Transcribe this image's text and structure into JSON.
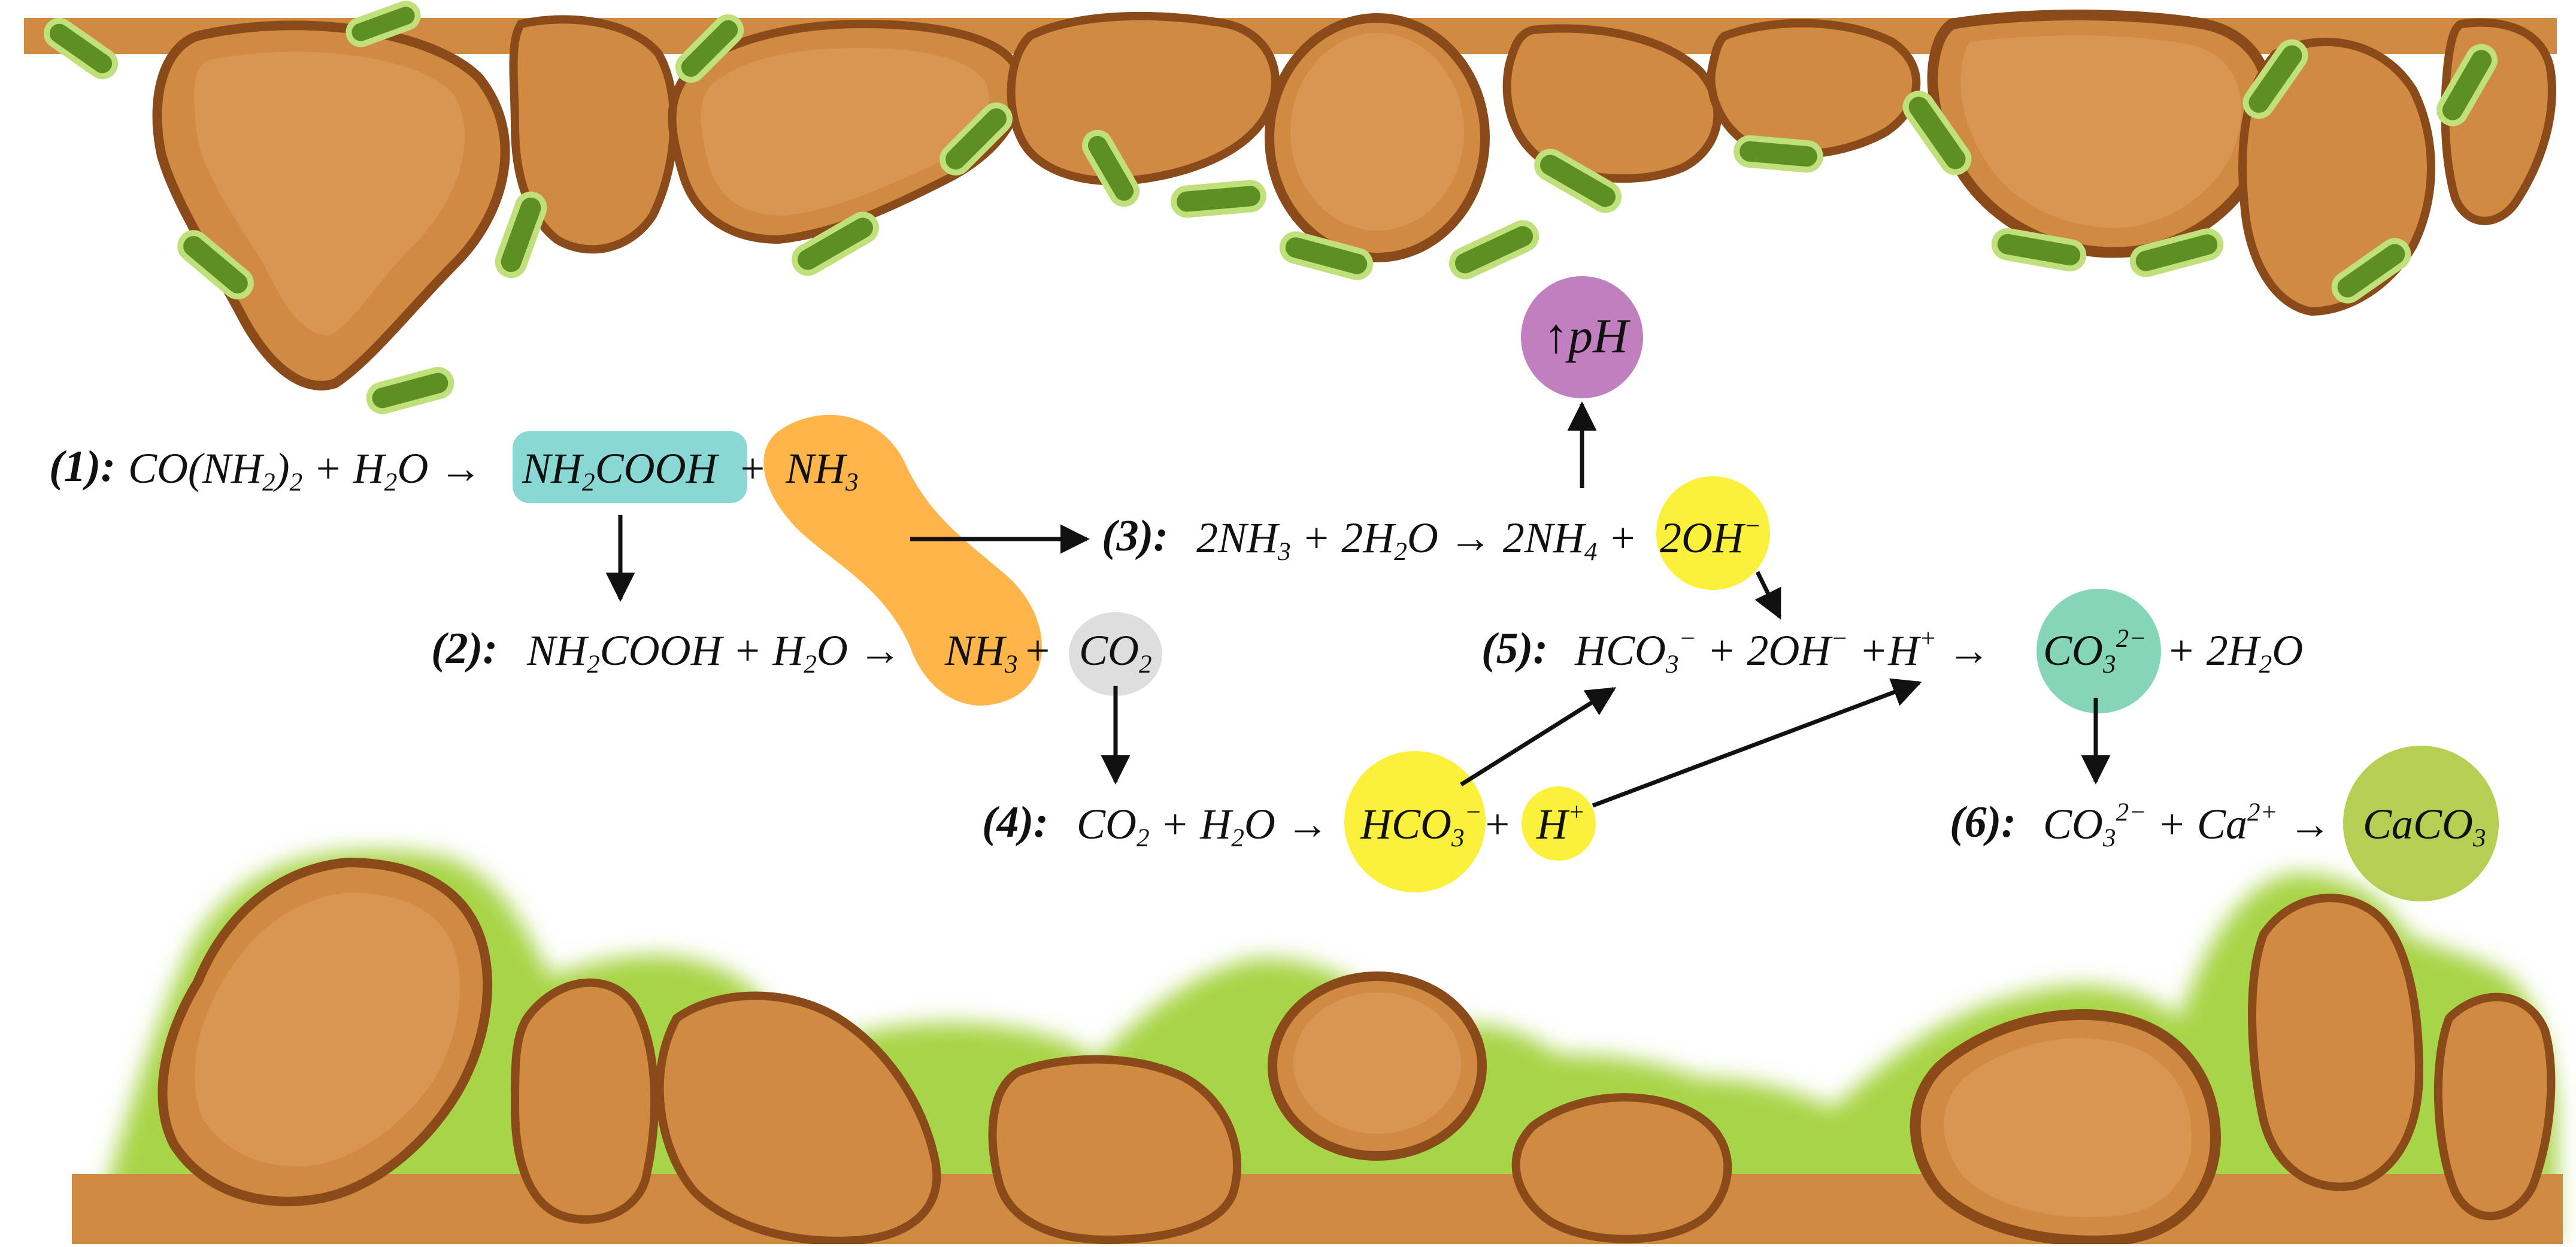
{
  "title": "",
  "colors": {
    "grain": "#d08a42",
    "grain_inner": "#d99552",
    "grain_edge": "#8a4a1a",
    "bacteria": "#5e8f22",
    "bacteria_light": "#bfe07a",
    "biofilm": "#a8d447",
    "nh2cooh_highlight": "#8ad8d4",
    "nh3_highlight": "#ffb54a",
    "co2_highlight": "#dedede",
    "oh_highlight": "#fbf03c",
    "hco3_highlight": "#fbf03c",
    "h_highlight": "#fbf03c",
    "ph_highlight": "#c07fbf",
    "co3_highlight": "#85d6b9",
    "caco3_highlight": "#b4cf52"
  },
  "reactions": {
    "r1": {
      "label": "(1):",
      "lhs": [
        "CO(NH",
        "2",
        ")",
        "2",
        " + H",
        "2",
        "O → "
      ],
      "p1": [
        "NH",
        "2",
        "COOH"
      ],
      "plus": " + ",
      "p2": [
        "NH",
        "3"
      ]
    },
    "r2": {
      "label": "(2):",
      "lhs": [
        "NH",
        "2",
        "COOH + H",
        "2",
        "O → "
      ],
      "p1": [
        "NH",
        "3"
      ],
      "plus": " + ",
      "p2": [
        "CO",
        "2"
      ]
    },
    "r3": {
      "label": "(3):",
      "lhs": [
        "2NH",
        "3",
        " + 2H",
        "2",
        "O → 2NH",
        "4",
        " + "
      ],
      "p1": [
        "2OH",
        "−"
      ]
    },
    "r4": {
      "label": "(4):",
      "lhs": [
        "CO",
        "2",
        " + H",
        "2",
        "O → "
      ],
      "p1": [
        "HCO",
        "3",
        "−"
      ],
      "plus": " + ",
      "p2": [
        "H",
        "+"
      ]
    },
    "r5": {
      "label": "(5):",
      "lhs": [
        "HCO",
        "3",
        "−",
        " + 2OH",
        "−",
        " +H",
        "+",
        "  → "
      ],
      "p1": [
        "CO",
        "3",
        "2−"
      ],
      "rest": [
        "+ 2H",
        "2",
        "O"
      ]
    },
    "r6": {
      "label": "(6):",
      "lhs": [
        "CO",
        "3",
        "2−",
        " + Ca",
        "2+",
        " → "
      ],
      "p1": [
        "CaCO",
        "3"
      ]
    }
  },
  "ph_badge": {
    "arrow": "↑",
    "text": "pH"
  }
}
